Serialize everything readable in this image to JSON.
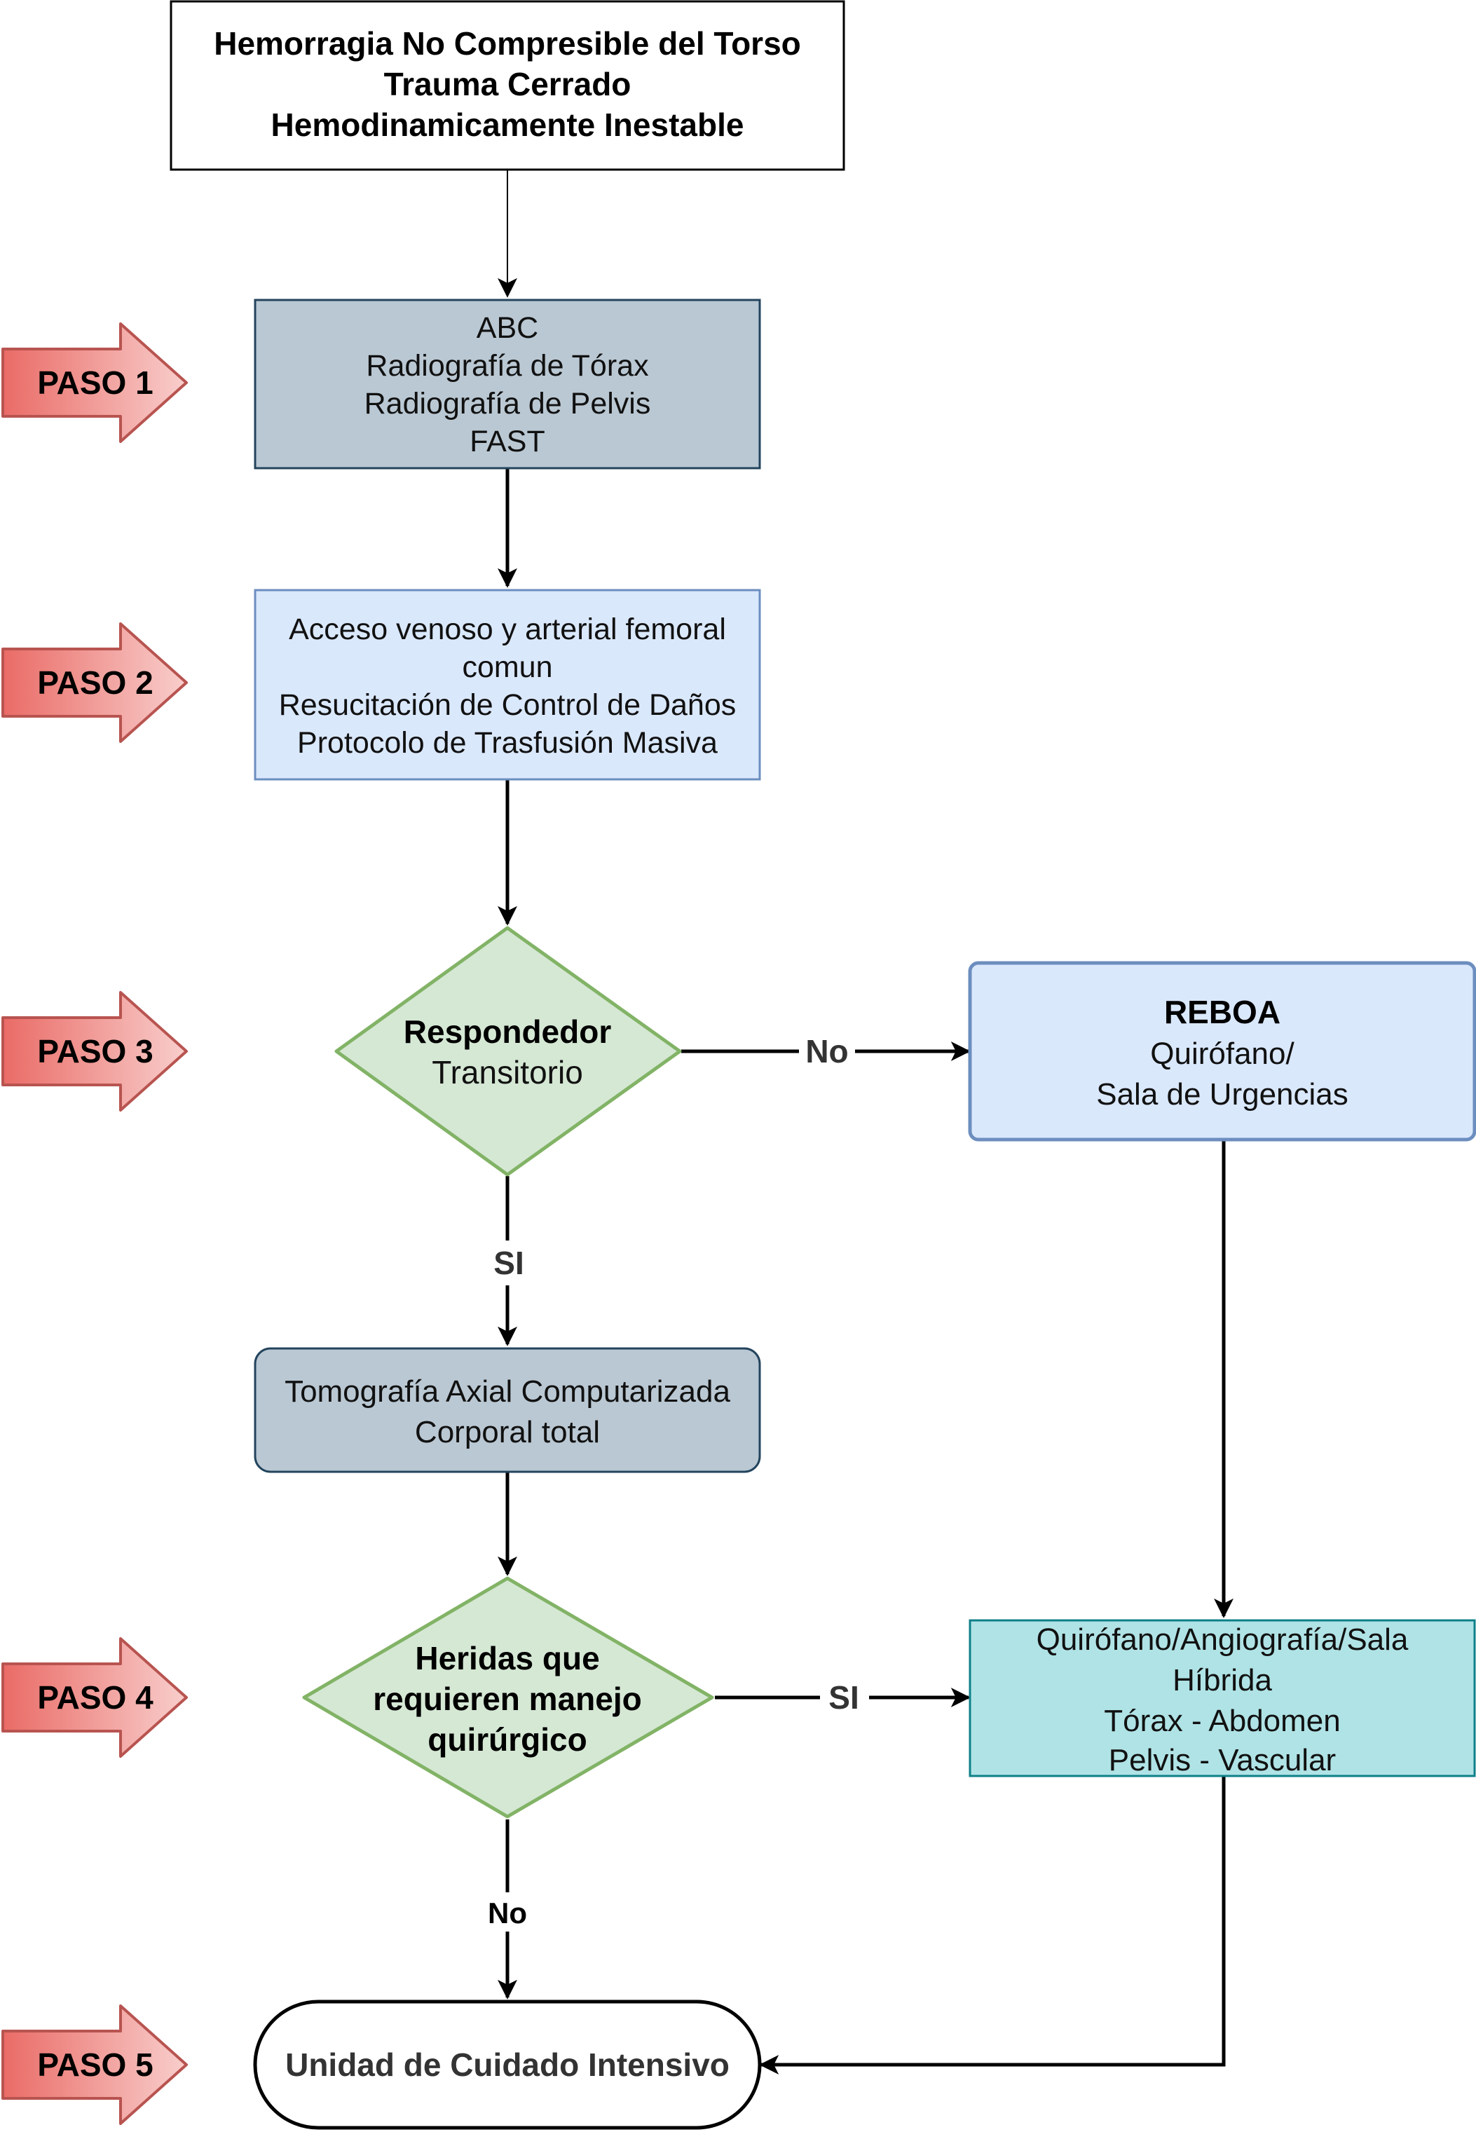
{
  "start": {
    "lines": [
      "Hemorragia No Compresible del Torso",
      "Trauma Cerrado",
      "Hemodinamicamente Inestable"
    ]
  },
  "step1": {
    "lines": [
      "ABC",
      "Radiografía de Tórax",
      "Radiografía de Pelvis",
      "FAST"
    ]
  },
  "step2": {
    "lines": [
      "Acceso venoso y arterial femoral",
      "comun",
      "Resucitación de Control de Daños",
      "Protocolo de Trasfusión Masiva"
    ]
  },
  "decision1": {
    "title": "Respondedor",
    "subtitle": "Transitorio"
  },
  "reboa": {
    "title": "REBOA",
    "lines": [
      "Quirófano/",
      "Sala de Urgencias"
    ]
  },
  "ct": {
    "lines": [
      "Tomografía Axial Computarizada",
      "Corporal total"
    ]
  },
  "decision2": {
    "lines": [
      "Heridas que",
      "requieren manejo",
      "quirúrgico"
    ]
  },
  "surgery": {
    "lines": [
      "Quirófano/Angiografía/Sala",
      "Híbrida",
      "Tórax - Abdomen",
      "Pelvis - Vascular"
    ]
  },
  "icu": {
    "label": "Unidad de Cuidado Intensivo"
  },
  "edges": {
    "d1_no": "No",
    "d1_si": "SI",
    "d2_si": "SI",
    "d2_no": "No"
  },
  "steps": [
    "PASO 1",
    "PASO 2",
    "PASO 3",
    "PASO 4",
    "PASO 5"
  ],
  "colors": {
    "gray_box": "#bac8d3",
    "gray_stroke": "#23445d",
    "blue_box": "#dae8fc",
    "blue_stroke": "#6c8ebf",
    "green_box": "#d5e8d4",
    "green_stroke": "#82b366",
    "teal_box": "#b0e3e6",
    "teal_stroke": "#0e8088",
    "step_arrow_stroke": "#b85450",
    "step_arrow_start": "#f8cecc",
    "step_arrow_end": "#ea6b66"
  }
}
